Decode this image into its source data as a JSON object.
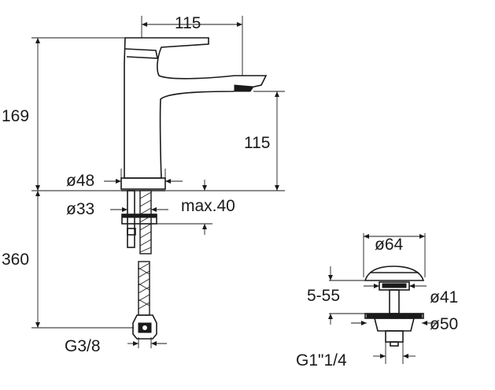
{
  "drawing": {
    "faucet": {
      "spout_width": "115",
      "body_height": "169",
      "spout_height": "115",
      "base_diameter": "ø48",
      "shank_diameter": "ø33",
      "max_deck_thickness": "max.40",
      "hose_length": "360",
      "hose_connection": "G3/8"
    },
    "drain_waste": {
      "cap_diameter": "ø64",
      "adjust_range": "5-55",
      "flange_diameter": "ø41",
      "nut_diameter": "ø50",
      "thread": "G1\"1/4"
    }
  }
}
